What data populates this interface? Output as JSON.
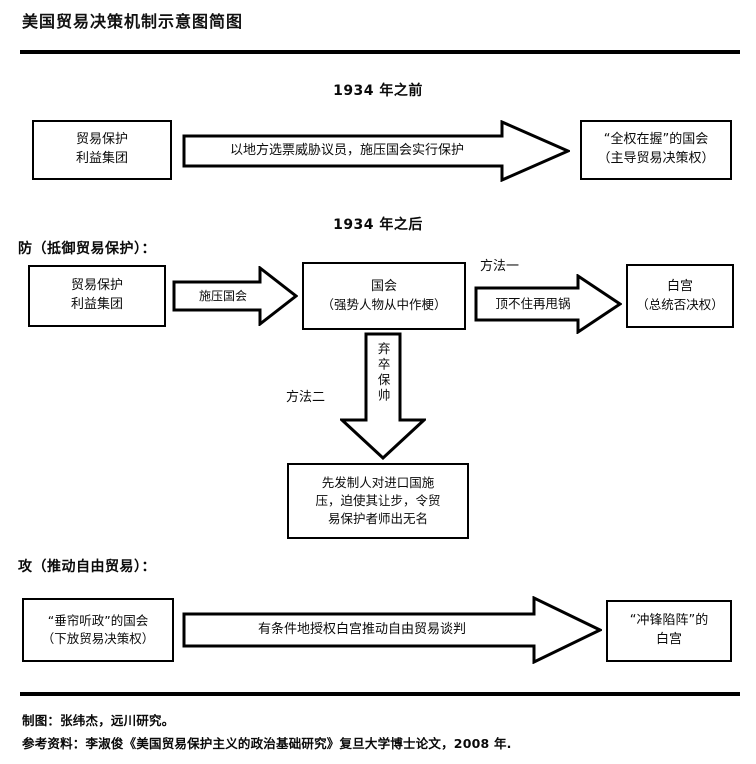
{
  "header": {
    "title": "美国贸易决策机制示意图简图"
  },
  "sections": {
    "era_before": {
      "heading": "1934 年之前",
      "source_box": "贸易保护\n利益集团",
      "source_line1": "贸易保护",
      "source_line2": "利益集团",
      "arrow_label": "以地方选票威胁议员，施压国会实行保护",
      "target_line1": "“全权在握”的国会",
      "target_line2": "（主导贸易决策权）"
    },
    "era_after": {
      "heading": "1934 年之后"
    },
    "defense": {
      "label": "防（抵御贸易保护）：",
      "source_line1": "贸易保护",
      "source_line2": "利益集团",
      "arrow1_label": "施压国会",
      "congress_line1": "国会",
      "congress_line2": "（强势人物从中作梗）",
      "method1_note": "方法一",
      "arrow2_label": "顶不住再甩锅",
      "whitehouse_line1": "白宫",
      "whitehouse_line2": "（总统否决权）",
      "method2_note": "方法二",
      "vertical_arrow_label": "弃卒保帅",
      "result_line1": "先发制人对进口国施",
      "result_line2": "压，迫使其让步，令贸",
      "result_line3": "易保护者师出无名"
    },
    "offense": {
      "label": "攻（推动自由贸易）：",
      "source_line1": "“垂帘听政”的国会",
      "source_line2": "（下放贸易决策权）",
      "arrow_label": "有条件地授权白宫推动自由贸易谈判",
      "target_line1": "“冲锋陷阵”的",
      "target_line2": "白宫"
    }
  },
  "footer": {
    "credit": "制图：张纬杰，远川研究。",
    "reference": "参考资料：李淑俊《美国贸易保护主义的政治基础研究》复旦大学博士论文，2008 年."
  },
  "colors": {
    "ink": "#000000",
    "paper": "#ffffff"
  }
}
